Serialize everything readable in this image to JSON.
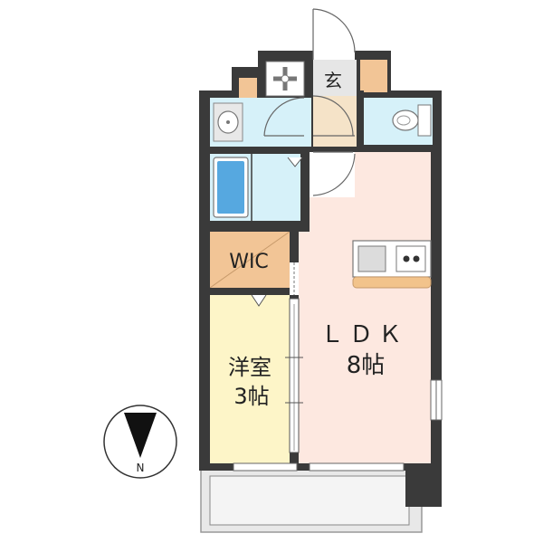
{
  "rooms": {
    "entrance": "玄",
    "wic": "WIC",
    "western_room_name": "洋室",
    "western_room_size": "3帖",
    "ldk_name": "ＬＤＫ",
    "ldk_size": "8帖"
  },
  "compass": {
    "north_label": "N"
  },
  "colors": {
    "wall": "#3a3a3a",
    "ldk_floor": "#fde8e0",
    "western_floor": "#fdf5c8",
    "wet_area": "#d6f1f9",
    "entrance_floor": "#f5e3c8",
    "wic_floor": "#f2c596",
    "counter": "#f2c38b",
    "balcony": "#e6e6e6"
  }
}
